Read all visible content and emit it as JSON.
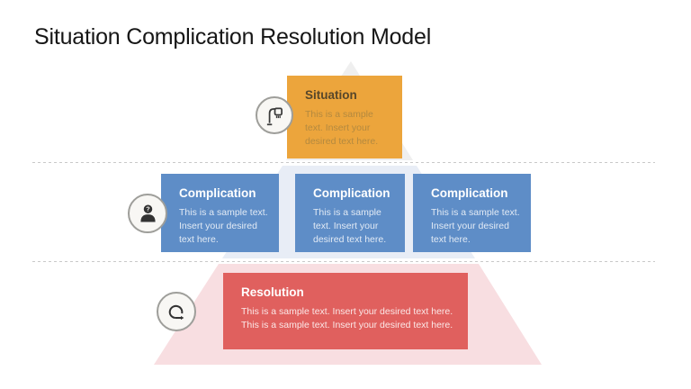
{
  "title": "Situation Complication Resolution Model",
  "tiers": {
    "situation": {
      "heading": "Situation",
      "body": "This is a sample text. Insert your desired text here.",
      "box_color": "#ECA53C",
      "heading_color": "#57472A",
      "body_color": "#B3893F",
      "icon": "lamp-post-icon",
      "band_color": "#EFEFEF"
    },
    "complications": {
      "items": [
        {
          "heading": "Complication",
          "body": "This is a sample text. Insert your desired text here."
        },
        {
          "heading": "Complication",
          "body": "This is a sample text. Insert your desired text here."
        },
        {
          "heading": "Complication",
          "body": "This is a sample text. Insert your desired text here."
        }
      ],
      "box_color": "#5E8DC7",
      "icon": "person-question-icon",
      "band_color": "#E8EDF6"
    },
    "resolution": {
      "heading": "Resolution",
      "body": "This is a sample text. Insert your desired text here. This is a sample text. Insert your desired text here.",
      "box_color": "#E0605E",
      "icon": "loop-arrow-icon",
      "band_color": "#F8DEE1"
    }
  },
  "divider_color": "#C9C9C9"
}
